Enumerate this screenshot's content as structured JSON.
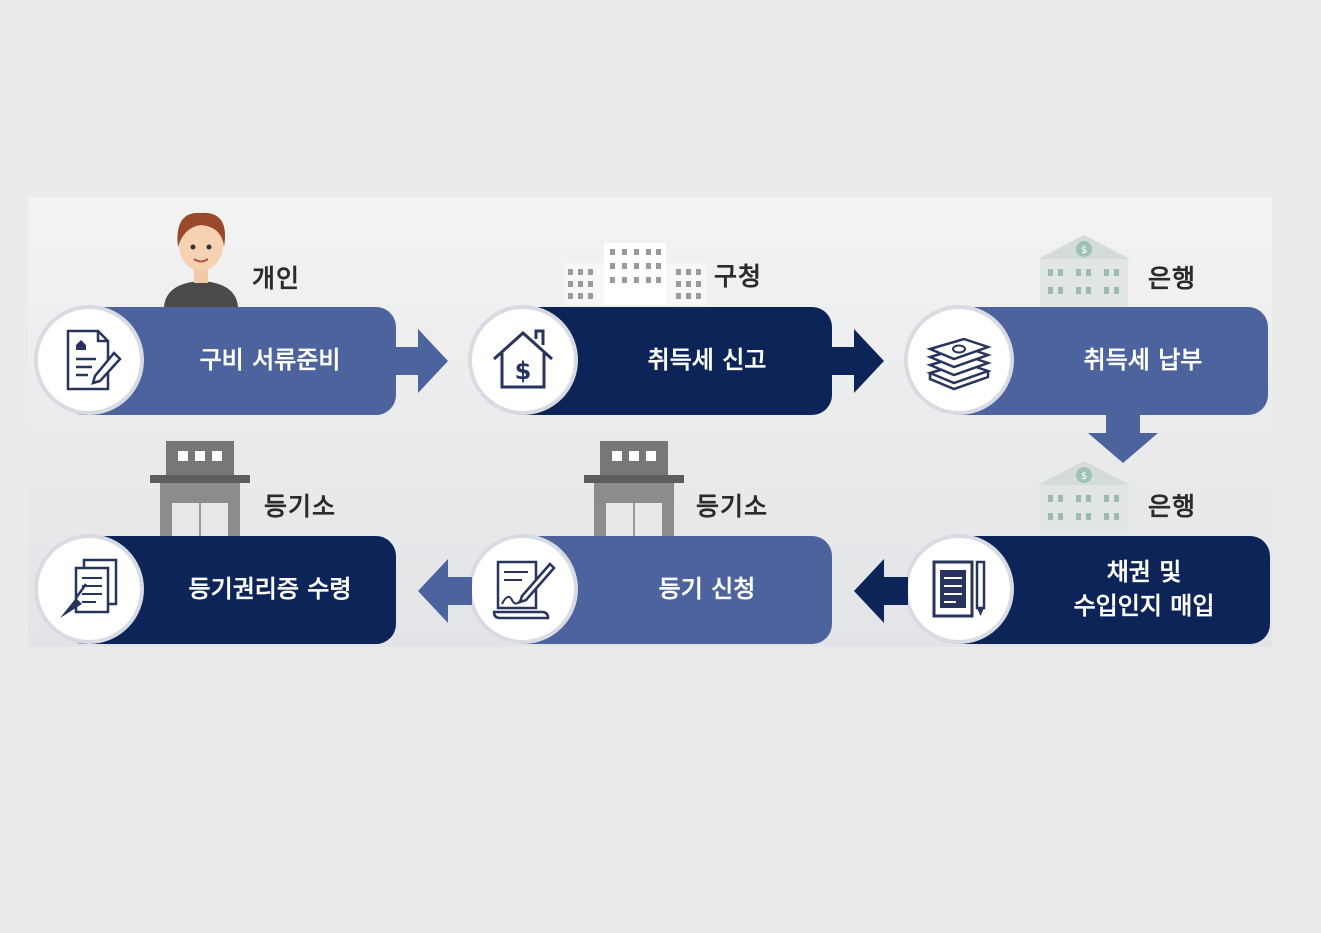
{
  "steps": [
    {
      "actor": "개인",
      "label": "구비 서류준비"
    },
    {
      "actor": "구청",
      "label": "취득세 신고"
    },
    {
      "actor": "은행",
      "label": "취득세 납부"
    },
    {
      "actor": "은행",
      "label_line1": "채권 및",
      "label_line2": "수입인지 매입"
    },
    {
      "actor": "등기소",
      "label": "등기 신청"
    },
    {
      "actor": "등기소",
      "label": "등기권리증 수령"
    }
  ],
  "colors": {
    "light_blue": "#4c639e",
    "navy": "#0c2458",
    "background": "#ebebeb"
  }
}
